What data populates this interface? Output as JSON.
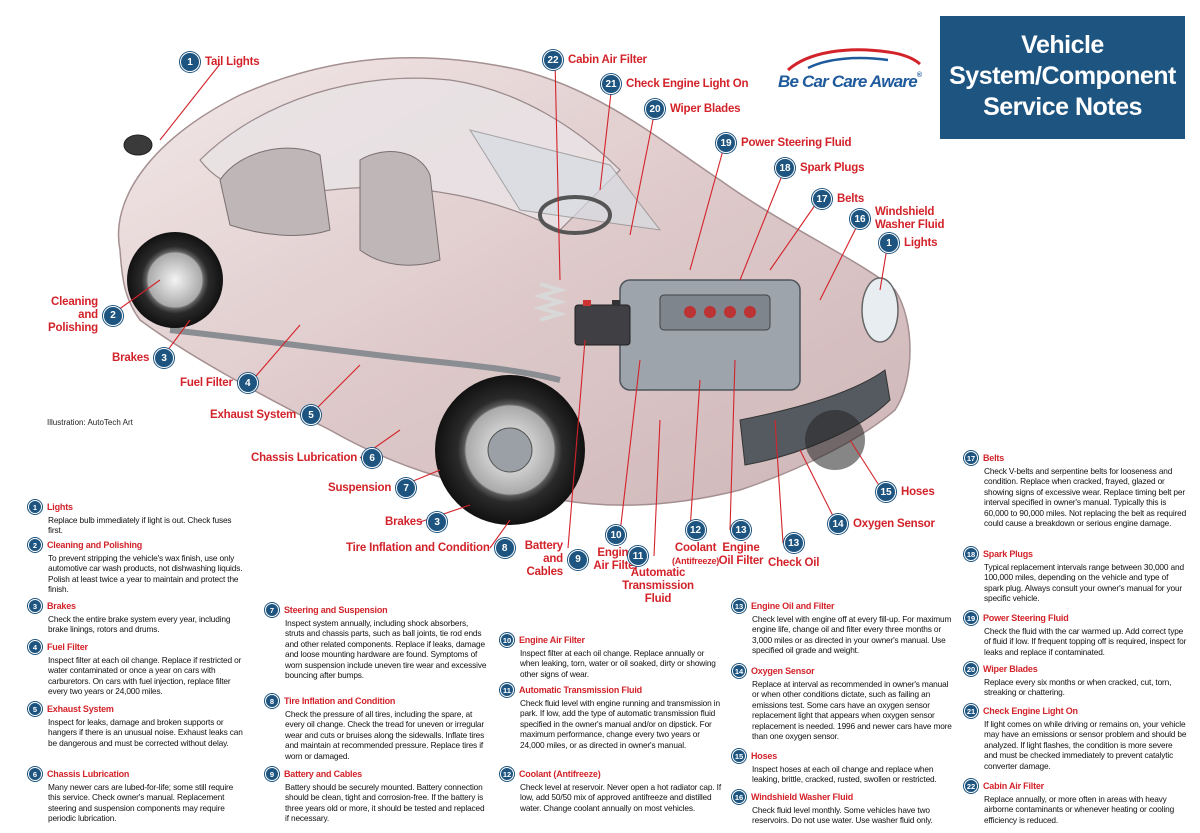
{
  "header": {
    "title_lines": [
      "Vehicle",
      "System/Component",
      "Service Notes"
    ],
    "logo_text": "Be Car Care Aware",
    "logo_tm": "®"
  },
  "credit": "Illustration: AutoTech Art",
  "callouts": [
    {
      "num": "1",
      "label": "Tail Lights"
    },
    {
      "num": "2",
      "label": "Cleaning and Polishing"
    },
    {
      "num": "3",
      "label": "Brakes"
    },
    {
      "num": "4",
      "label": "Fuel Filter"
    },
    {
      "num": "5",
      "label": "Exhaust System"
    },
    {
      "num": "6",
      "label": "Chassis Lubrication"
    },
    {
      "num": "7",
      "label": "Suspension"
    },
    {
      "num": "3",
      "label": "Brakes"
    },
    {
      "num": "8",
      "label": "Tire Inflation and Condition"
    },
    {
      "num": "9",
      "label": "Battery and Cables"
    },
    {
      "num": "10",
      "label": "Engine Air Filter"
    },
    {
      "num": "11",
      "label": "Automatic Transmission Fluid"
    },
    {
      "num": "12",
      "label": "Coolant",
      "sub": "(Antifreeze)"
    },
    {
      "num": "13",
      "label": "Engine Oil Filter"
    },
    {
      "num": "13",
      "label": "Check Oil"
    },
    {
      "num": "14",
      "label": "Oxygen Sensor"
    },
    {
      "num": "15",
      "label": "Hoses"
    },
    {
      "num": "16",
      "label": "Windshield Washer Fluid"
    },
    {
      "num": "1",
      "label": "Lights"
    },
    {
      "num": "17",
      "label": "Belts"
    },
    {
      "num": "18",
      "label": "Spark Plugs"
    },
    {
      "num": "19",
      "label": "Power Steering Fluid"
    },
    {
      "num": "20",
      "label": "Wiper Blades"
    },
    {
      "num": "21",
      "label": "Check Engine Light On"
    },
    {
      "num": "22",
      "label": "Cabin Air Filter"
    }
  ],
  "notes": [
    {
      "num": "1",
      "title": "Lights",
      "body": "Replace bulb immediately if light is out. Check fuses first."
    },
    {
      "num": "2",
      "title": "Cleaning and Polishing",
      "body": "To prevent stripping the vehicle's wax finish, use only automotive car wash products, not dishwashing liquids. Polish at least twice a year to maintain and protect the finish."
    },
    {
      "num": "3",
      "title": "Brakes",
      "body": "Check the entire brake system every year, including brake linings, rotors and drums."
    },
    {
      "num": "4",
      "title": "Fuel Filter",
      "body": "Inspect filter at each oil change. Replace if restricted or water contaminated or once a year on cars with carburetors. On cars with fuel injection, replace filter every two years or 24,000 miles."
    },
    {
      "num": "5",
      "title": "Exhaust System",
      "body": "Inspect for leaks, damage and broken supports or hangers if there is an unusual noise. Exhaust leaks can be dangerous and must be corrected without delay."
    },
    {
      "num": "6",
      "title": "Chassis Lubrication",
      "body": "Many newer cars are lubed-for-life; some still require this service. Check owner's manual. Replacement steering and suspension components may require periodic lubrication."
    },
    {
      "num": "7",
      "title": "Steering and Suspension",
      "body": "Inspect system annually, including shock absorbers, struts and chassis parts, such as ball joints, tie rod ends and other related components. Replace if leaks, damage and loose mounting hardware are found. Symptoms of worn suspension include uneven tire wear and excessive bouncing after bumps."
    },
    {
      "num": "8",
      "title": "Tire Inflation and Condition",
      "body": "Check the pressure of all tires, including the spare, at every oil change. Check the tread for uneven or irregular wear and cuts or bruises along the sidewalls. Inflate tires and maintain at recommended pressure. Replace tires if worn or damaged."
    },
    {
      "num": "9",
      "title": "Battery and Cables",
      "body": "Battery should be securely mounted. Battery connection should be clean, tight and corrosion-free. If the battery is three years old or more, it should be tested and replaced if necessary."
    },
    {
      "num": "10",
      "title": "Engine Air Filter",
      "body": "Inspect filter at each oil change. Replace annually or when leaking, torn, water or oil soaked, dirty or showing other signs of wear."
    },
    {
      "num": "11",
      "title": "Automatic Transmission Fluid",
      "body": "Check fluid level with engine running and transmission in park. If low, add the type of automatic transmission fluid specified in the owner's manual and/or on dipstick. For maximum performance, change every two years or 24,000 miles, or as directed in owner's manual."
    },
    {
      "num": "12",
      "title": "Coolant (Antifreeze)",
      "body": "Check level at reservoir. Never open a hot radiator cap. If low, add 50/50 mix of approved antifreeze and distilled water. Change coolant annually on most vehicles."
    },
    {
      "num": "13",
      "title": "Engine Oil and Filter",
      "body": "Check level with engine off at every fill-up. For maximum engine life, change oil and filter every three months or 3,000 miles or as directed in your owner's manual. Use specified oil grade and weight."
    },
    {
      "num": "14",
      "title": "Oxygen Sensor",
      "body": "Replace at interval as recommended in owner's manual or when other conditions dictate, such as failing an emissions test. Some cars have an oxygen sensor replacement light that appears when oxygen sensor replacement is needed. 1996 and newer cars have more than one oxygen sensor."
    },
    {
      "num": "15",
      "title": "Hoses",
      "body": "Inspect hoses at each oil change and replace when leaking, brittle, cracked, rusted, swollen or restricted."
    },
    {
      "num": "16",
      "title": "Windshield Washer Fluid",
      "body": "Check fluid level monthly. Some vehicles have two reservoirs. Do not use water. Use washer fluid only."
    },
    {
      "num": "17",
      "title": "Belts",
      "body": "Check V-belts and serpentine belts for looseness and condition. Replace when cracked, frayed, glazed or showing signs of excessive wear. Replace timing belt per interval specified in owner's manual. Typically this is 60,000 to 90,000 miles. Not replacing the belt as required could cause a breakdown or serious engine damage."
    },
    {
      "num": "18",
      "title": "Spark Plugs",
      "body": "Typical replacement intervals range between 30,000 and 100,000 miles, depending on the vehicle and type of spark plug. Always consult your owner's manual for your specific vehicle."
    },
    {
      "num": "19",
      "title": "Power Steering Fluid",
      "body": "Check the fluid with the car warmed up. Add correct type of fluid if low. If frequent topping off is required, inspect for leaks and replace if contaminated."
    },
    {
      "num": "20",
      "title": "Wiper Blades",
      "body": "Replace every six months or when cracked, cut, torn, streaking or chattering."
    },
    {
      "num": "21",
      "title": "Check Engine Light On",
      "body": "If light comes on while driving or remains on, your vehicle may have an emissions or sensor problem and should be analyzed. If light flashes, the condition is more severe and must be checked immediately to prevent catalytic converter damage."
    },
    {
      "num": "22",
      "title": "Cabin Air Filter",
      "body": "Replace annually, or more often in areas with heavy airborne contaminants or whenever heating or cooling efficiency is reduced."
    }
  ]
}
